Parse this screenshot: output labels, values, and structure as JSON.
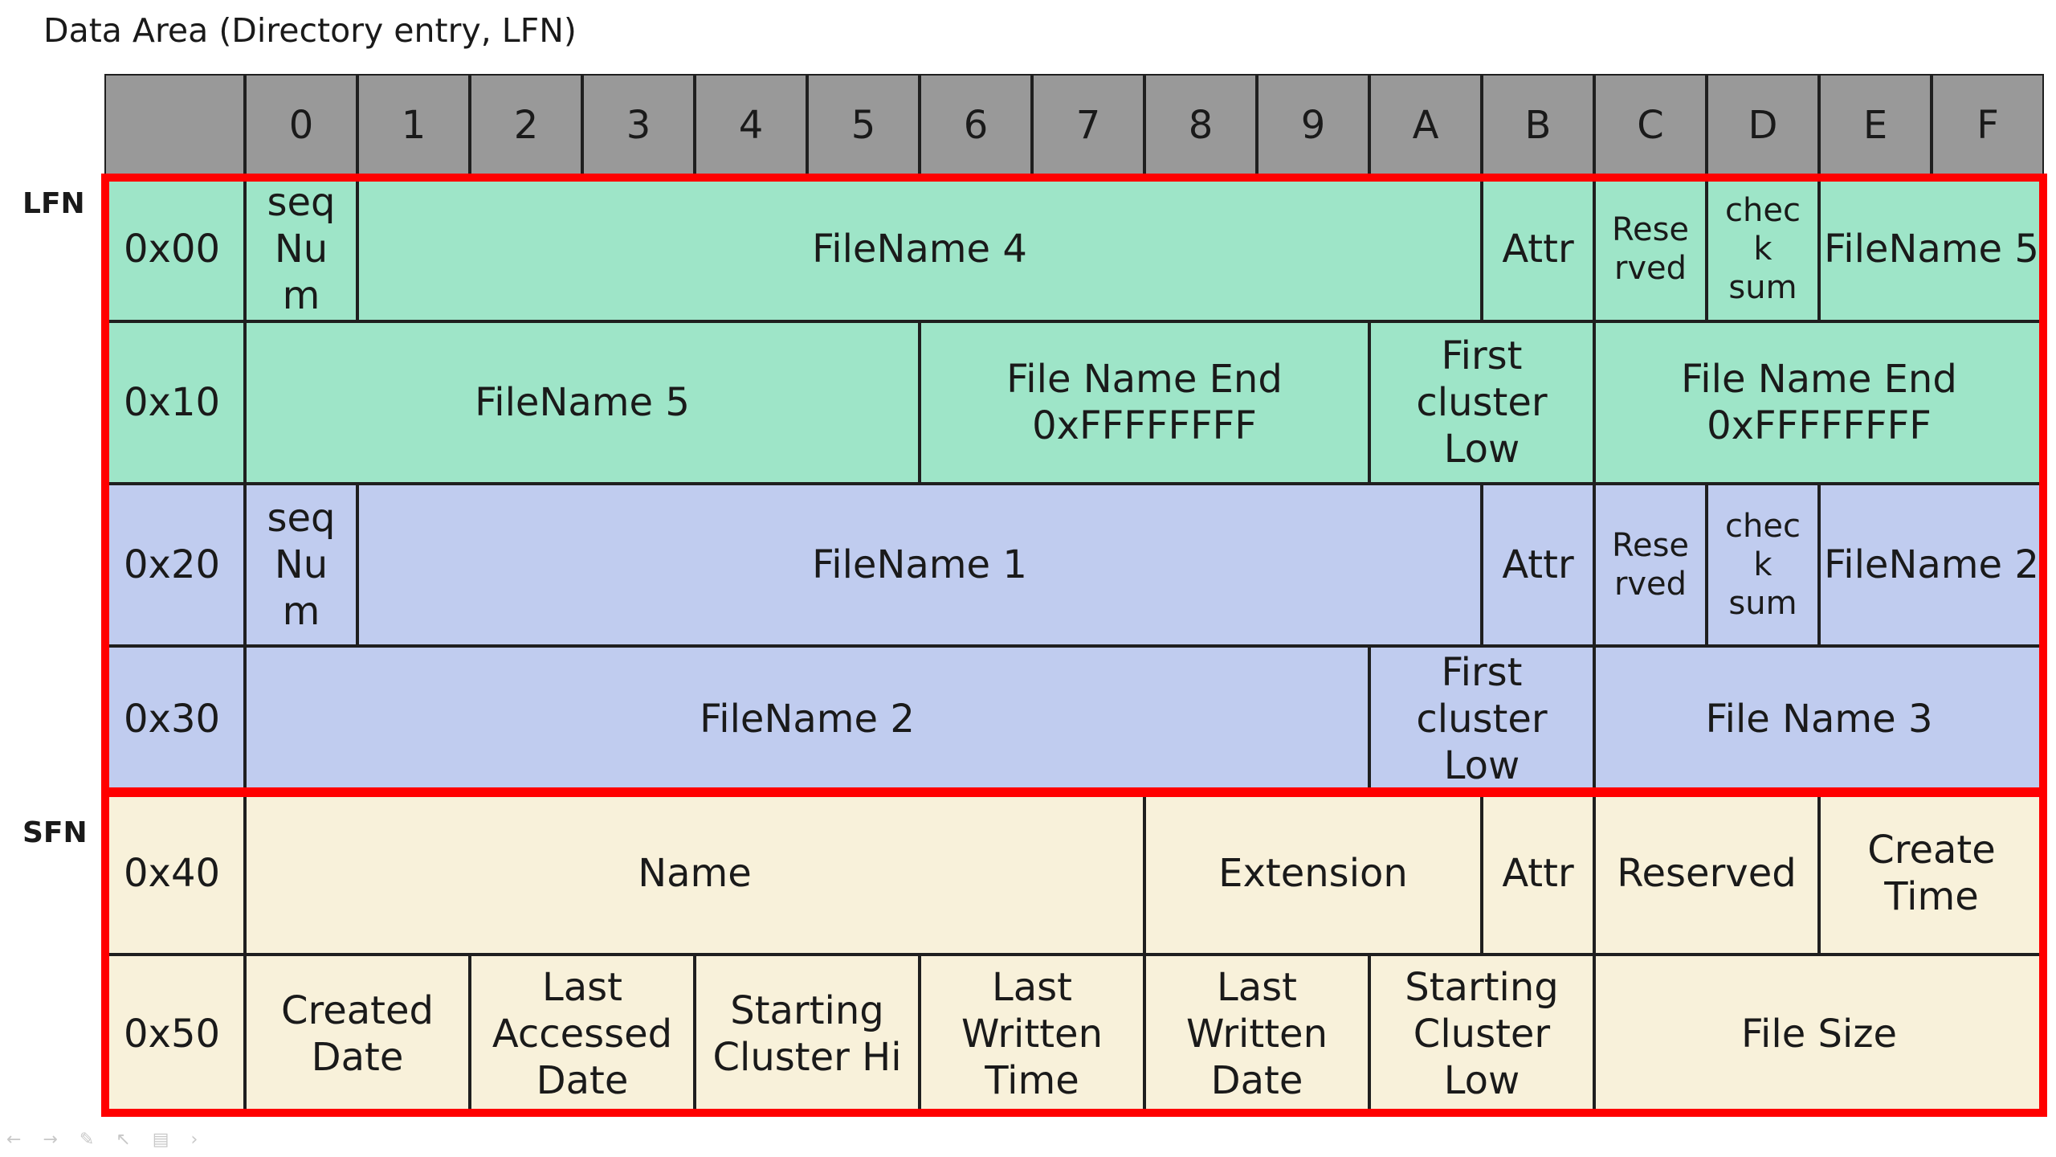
{
  "title": "Data Area (Directory entry, LFN)",
  "side_labels": {
    "lfn": "LFN",
    "sfn": "SFN"
  },
  "columns": [
    "",
    "0",
    "1",
    "2",
    "3",
    "4",
    "5",
    "6",
    "7",
    "8",
    "9",
    "A",
    "B",
    "C",
    "D",
    "E",
    "F"
  ],
  "colors": {
    "header": "#999999",
    "lfn1": "#9ee5c8",
    "lfn2": "#c0ccef",
    "sfn": "#f8f1da",
    "highlight": "#ff0000"
  },
  "rows": [
    {
      "address": "0x00",
      "group": "lfn1",
      "fields": [
        {
          "label": "seq\nNu\nm",
          "start": 0,
          "end": 0,
          "small": false
        },
        {
          "label": "FileName 4",
          "start": 1,
          "end": 10
        },
        {
          "label": "Attr",
          "start": 11,
          "end": 11
        },
        {
          "label": "Rese\nrved",
          "start": 12,
          "end": 12,
          "small": true
        },
        {
          "label": "chec\nk\nsum",
          "start": 13,
          "end": 13,
          "small": true
        },
        {
          "label": "FileName 5",
          "start": 14,
          "end": 15
        }
      ]
    },
    {
      "address": "0x10",
      "group": "lfn1",
      "fields": [
        {
          "label": "FileName 5",
          "start": 0,
          "end": 5
        },
        {
          "label": "File Name End\n0xFFFFFFFF",
          "start": 6,
          "end": 9
        },
        {
          "label": "First\ncluster\nLow",
          "start": 10,
          "end": 11
        },
        {
          "label": "File Name End\n0xFFFFFFFF",
          "start": 12,
          "end": 15
        }
      ]
    },
    {
      "address": "0x20",
      "group": "lfn2",
      "fields": [
        {
          "label": "seq\nNu\nm",
          "start": 0,
          "end": 0
        },
        {
          "label": "FileName 1",
          "start": 1,
          "end": 10
        },
        {
          "label": "Attr",
          "start": 11,
          "end": 11
        },
        {
          "label": "Rese\nrved",
          "start": 12,
          "end": 12,
          "small": true
        },
        {
          "label": "chec\nk\nsum",
          "start": 13,
          "end": 13,
          "small": true
        },
        {
          "label": "FileName 2",
          "start": 14,
          "end": 15
        }
      ]
    },
    {
      "address": "0x30",
      "group": "lfn2",
      "fields": [
        {
          "label": "FileName 2",
          "start": 0,
          "end": 9
        },
        {
          "label": "First\ncluster\nLow",
          "start": 10,
          "end": 11
        },
        {
          "label": "File Name 3",
          "start": 12,
          "end": 15
        }
      ]
    },
    {
      "address": "0x40",
      "group": "sfn",
      "fields": [
        {
          "label": "Name",
          "start": 0,
          "end": 7
        },
        {
          "label": "Extension",
          "start": 8,
          "end": 10
        },
        {
          "label": "Attr",
          "start": 11,
          "end": 11
        },
        {
          "label": "Reserved",
          "start": 12,
          "end": 13
        },
        {
          "label": "Create\nTime",
          "start": 14,
          "end": 15
        }
      ]
    },
    {
      "address": "0x50",
      "group": "sfn",
      "fields": [
        {
          "label": "Created\nDate",
          "start": 0,
          "end": 1
        },
        {
          "label": "Last\nAccessed\nDate",
          "start": 2,
          "end": 3
        },
        {
          "label": "Starting\nCluster Hi",
          "start": 4,
          "end": 5
        },
        {
          "label": "Last\nWritten\nTime",
          "start": 6,
          "end": 7
        },
        {
          "label": "Last\nWritten\nDate",
          "start": 8,
          "end": 9
        },
        {
          "label": "Starting\nCluster\nLow",
          "start": 10,
          "end": 11
        },
        {
          "label": "File Size",
          "start": 12,
          "end": 15
        }
      ]
    }
  ]
}
